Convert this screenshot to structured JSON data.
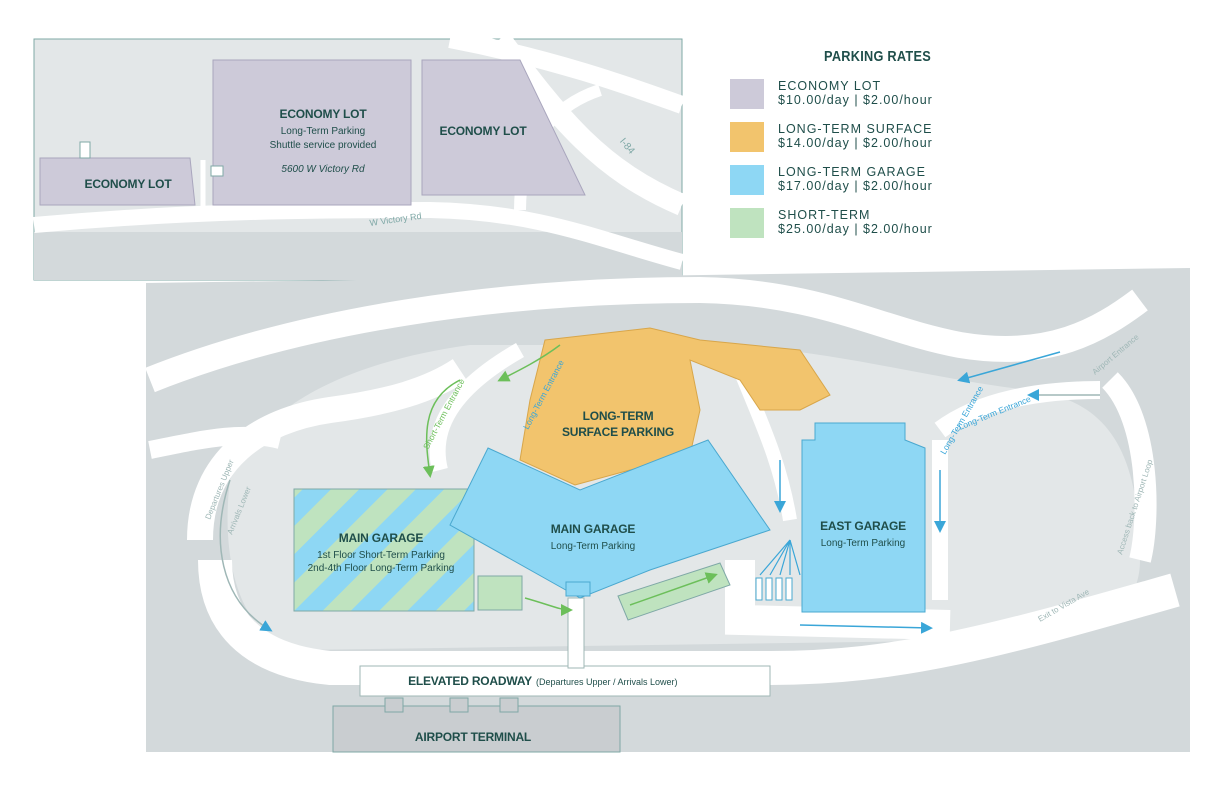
{
  "legend": {
    "title": "PARKING RATES",
    "items": [
      {
        "name": "ECONOMY LOT",
        "rate": "$10.00/day | $2.00/hour",
        "color": "#cdcad9"
      },
      {
        "name": "LONG-TERM SURFACE",
        "rate": "$14.00/day | $2.00/hour",
        "color": "#f2c46d"
      },
      {
        "name": "LONG-TERM GARAGE",
        "rate": "$17.00/day | $2.00/hour",
        "color": "#8ed7f4"
      },
      {
        "name": "SHORT-TERM",
        "rate": "$25.00/day | $2.00/hour",
        "color": "#bfe3bf"
      }
    ]
  },
  "inset": {
    "lot_left": "ECONOMY LOT",
    "lot_center": "ECONOMY LOT",
    "lot_center_sub1": "Long-Term Parking",
    "lot_center_sub2": "Shuttle service provided",
    "lot_center_address": "5600 W Victory Rd",
    "lot_right": "ECONOMY LOT",
    "road_victory": "W Victory Rd",
    "road_i84": "I-84"
  },
  "main_map": {
    "long_term_surface": "LONG-TERM",
    "long_term_surface_2": "SURFACE PARKING",
    "main_garage_west": "MAIN GARAGE",
    "main_garage_west_sub1": "1st Floor Short-Term Parking",
    "main_garage_west_sub2": "2nd-4th Floor Long-Term Parking",
    "main_garage": "MAIN GARAGE",
    "main_garage_sub": "Long-Term Parking",
    "east_garage": "EAST GARAGE",
    "east_garage_sub": "Long-Term Parking",
    "elevated_roadway": "ELEVATED ROADWAY",
    "elevated_roadway_sub": "(Departures Upper / Arrivals Lower)",
    "airport_terminal": "AIRPORT TERMINAL",
    "label_long_term_entrance_1": "Long-Term Entrance",
    "label_short_term_entrance": "Short-Term Entrance",
    "label_long_term_entrance_2": "Long-Term Entrance",
    "label_long_term_entrance_3": "Long-Term Entrance",
    "label_airport_entrance": "Airport Entrance",
    "label_departures_upper": "Departures Upper",
    "label_arrivals_lower": "Arrivals Lower",
    "label_access_back": "Access back to Airport Loop",
    "label_exit_vista": "Exit to Vista Ave"
  }
}
